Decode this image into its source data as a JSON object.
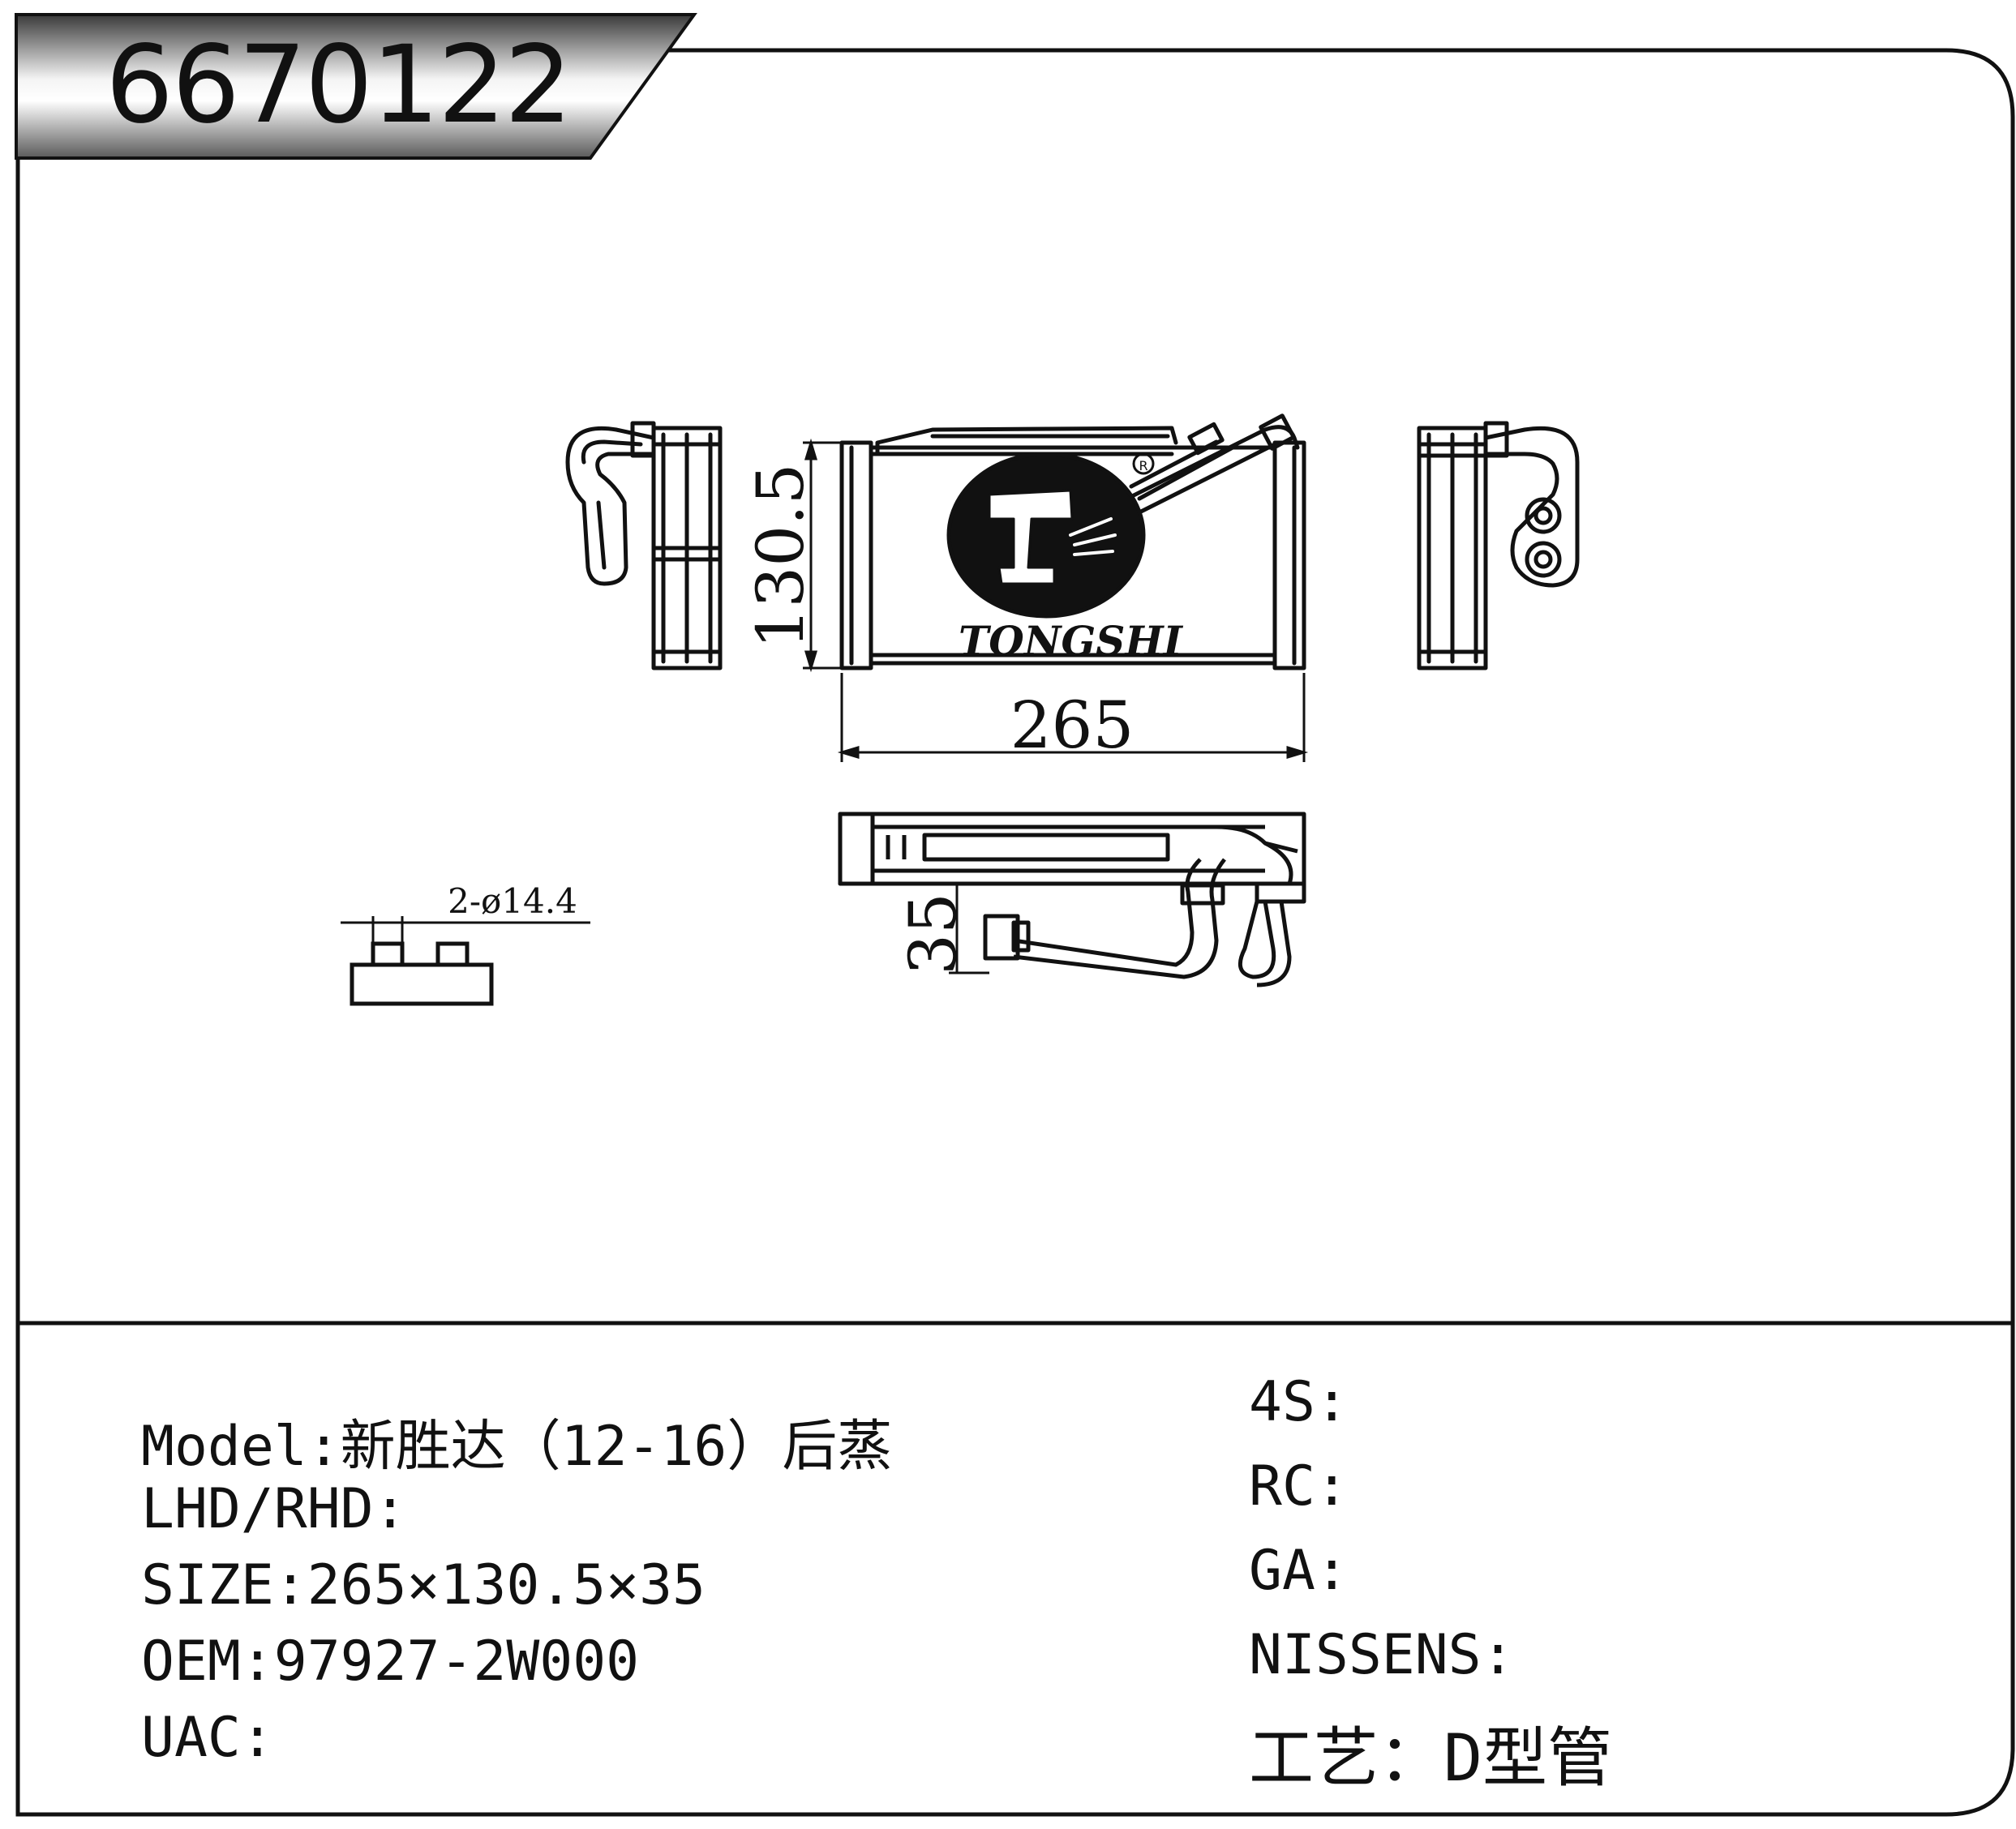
{
  "header": {
    "part_number": "6670122"
  },
  "drawing": {
    "brand": "TONGSHI",
    "dim_width": "265",
    "dim_height": "130.5",
    "dim_depth": "35",
    "dim_pipe": "2-ø14.4"
  },
  "specs_left": [
    {
      "label": "Model:",
      "value": "新胜达（12-16）后蒸"
    },
    {
      "label": "LHD/RHD:",
      "value": ""
    },
    {
      "label": "SIZE:",
      "value": "265×130.5×35"
    },
    {
      "label": "OEM:",
      "value": "97927-2W000"
    },
    {
      "label": "UAC:",
      "value": ""
    }
  ],
  "specs_right": [
    {
      "label": "4S:",
      "value": ""
    },
    {
      "label": "RC:",
      "value": ""
    },
    {
      "label": "GA:",
      "value": ""
    },
    {
      "label": "NISSENS:",
      "value": ""
    },
    {
      "label": "工艺：",
      "value": "D型管"
    }
  ]
}
